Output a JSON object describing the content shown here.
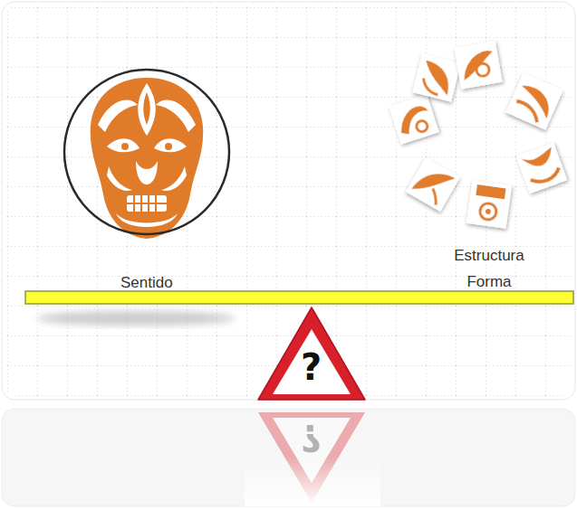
{
  "diagram": {
    "nodes": [
      {
        "text": [
          "Sentido"
        ]
      },
      {
        "text": [
          "?"
        ]
      }
    ],
    "labels": [
      "Estructura Forma",
      "?"
    ]
  }
}
